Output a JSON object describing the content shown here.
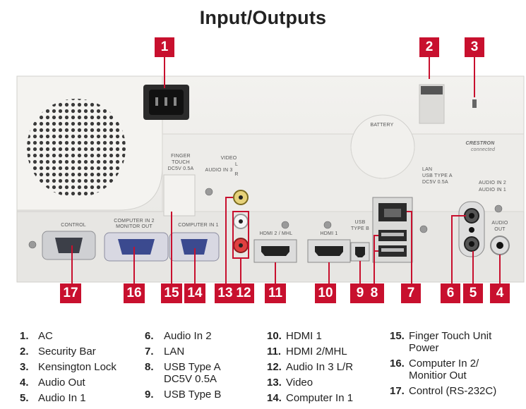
{
  "title": "Input/Outputs",
  "port_labels": {
    "control": "CONTROL",
    "computer_in2_l1": "COMPUTER IN 2",
    "computer_in2_l2": "MONITOR OUT",
    "computer_in1": "COMPUTER IN 1",
    "finger_l1": "FINGER",
    "finger_l2": "TOUCH",
    "finger_l3": "DC5V 0.5A",
    "video": "VIDEO",
    "audio_in3": "AUDIO IN 3",
    "l": "L",
    "r": "R",
    "hdmi2": "HDMI 2 / MHL",
    "hdmi1": "HDMI 1",
    "usb_b_l1": "USB",
    "usb_b_l2": "TYPE B",
    "battery": "BATTERY",
    "lan": "LAN",
    "usb_a_l1": "USB TYPE A",
    "usb_a_l2": "DC5V 0.5A",
    "audio_in2": "AUDIO IN 2",
    "audio_in1": "AUDIO IN 1",
    "audio_out_l1": "AUDIO",
    "audio_out_l2": "OUT",
    "crestron_l1": "CRESTRON",
    "crestron_l2": "connected"
  },
  "top_badges": [
    "1",
    "2",
    "3"
  ],
  "bottom_badges": [
    "17",
    "16",
    "15",
    "14",
    "13",
    "12",
    "11",
    "10",
    "9",
    "8",
    "7",
    "6",
    "5",
    "4"
  ],
  "legend": [
    [
      {
        "num": "1.",
        "text": "AC"
      },
      {
        "num": "2.",
        "text": "Security Bar"
      },
      {
        "num": "3.",
        "text": "Kensington Lock"
      },
      {
        "num": "4.",
        "text": "Audio Out"
      },
      {
        "num": "5.",
        "text": "Audio In 1"
      }
    ],
    [
      {
        "num": "6.",
        "text": "Audio In 2"
      },
      {
        "num": "7.",
        "text": "LAN"
      },
      {
        "num": "8.",
        "text": "USB Type A\nDC5V 0.5A"
      },
      {
        "num": "9.",
        "text": "USB Type B"
      }
    ],
    [
      {
        "num": "10.",
        "text": "HDMI 1"
      },
      {
        "num": "11.",
        "text": "HDMI 2/MHL"
      },
      {
        "num": "12.",
        "text": "Audio In 3 L/R"
      },
      {
        "num": "13.",
        "text": "Video"
      },
      {
        "num": "14.",
        "text": "Computer In 1"
      }
    ],
    [
      {
        "num": "15.",
        "text": "Finger Touch Unit\nPower"
      },
      {
        "num": "16.",
        "text": "Computer In 2/\nMonitior Out"
      },
      {
        "num": "17.",
        "text": "Control (RS-232C)"
      }
    ]
  ],
  "colors": {
    "badge": "#c8102e",
    "panel": "#ecebe8",
    "panel_dark": "#e2e1de"
  }
}
